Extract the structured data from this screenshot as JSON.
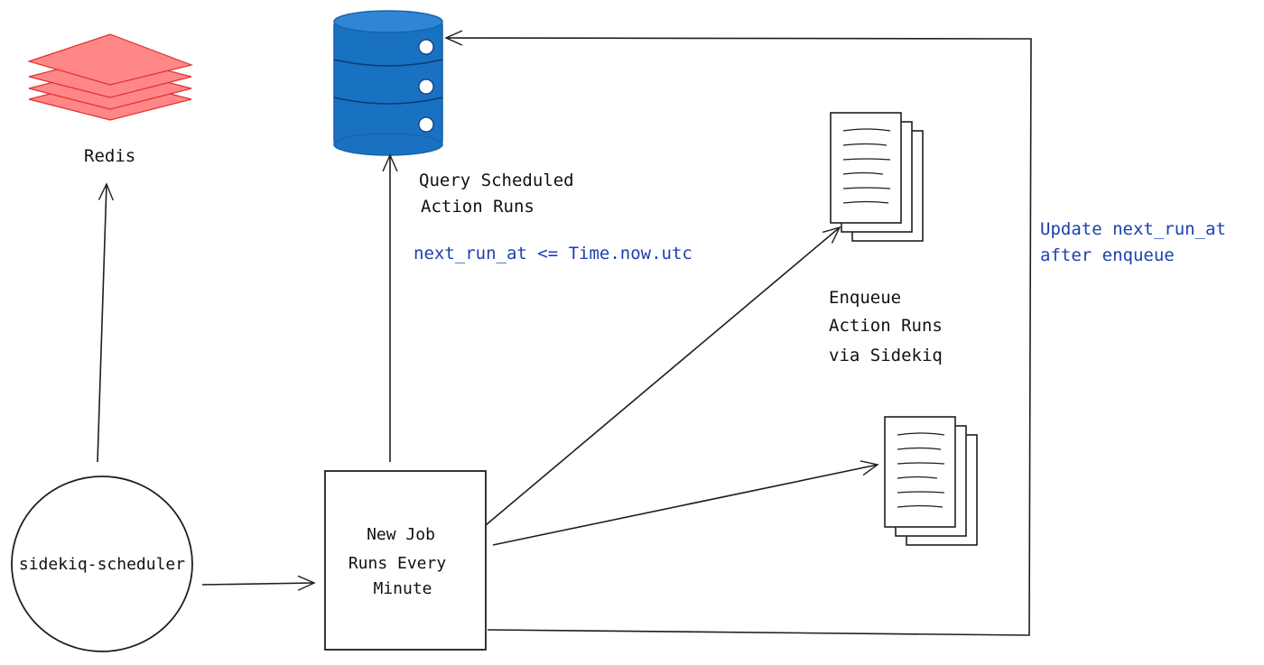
{
  "colors": {
    "stroke": "#1e1e1e",
    "redis_fill": "#ff8787",
    "redis_stroke": "#e03131",
    "db_fill": "#1971c2",
    "db_stroke": "#1864ab",
    "annotation": "#1c3fae"
  },
  "icons": {
    "redis": "stacked-layers-icon",
    "database": "database-cylinder-icon",
    "documents": "document-stack-icon"
  },
  "nodes": {
    "redis_label": "Redis",
    "scheduler_label": "sidekiq-scheduler",
    "job_lines": [
      "New Job",
      "Runs Every",
      "Minute"
    ]
  },
  "labels": {
    "query_line1": "Query Scheduled",
    "query_line2": "Action Runs",
    "query_condition": "next_run_at <= Time.now.utc",
    "enqueue_line1": "Enqueue",
    "enqueue_line2": "Action Runs",
    "enqueue_line3": "via Sidekiq",
    "update_line1": "Update next_run_at",
    "update_line2": "after enqueue"
  }
}
